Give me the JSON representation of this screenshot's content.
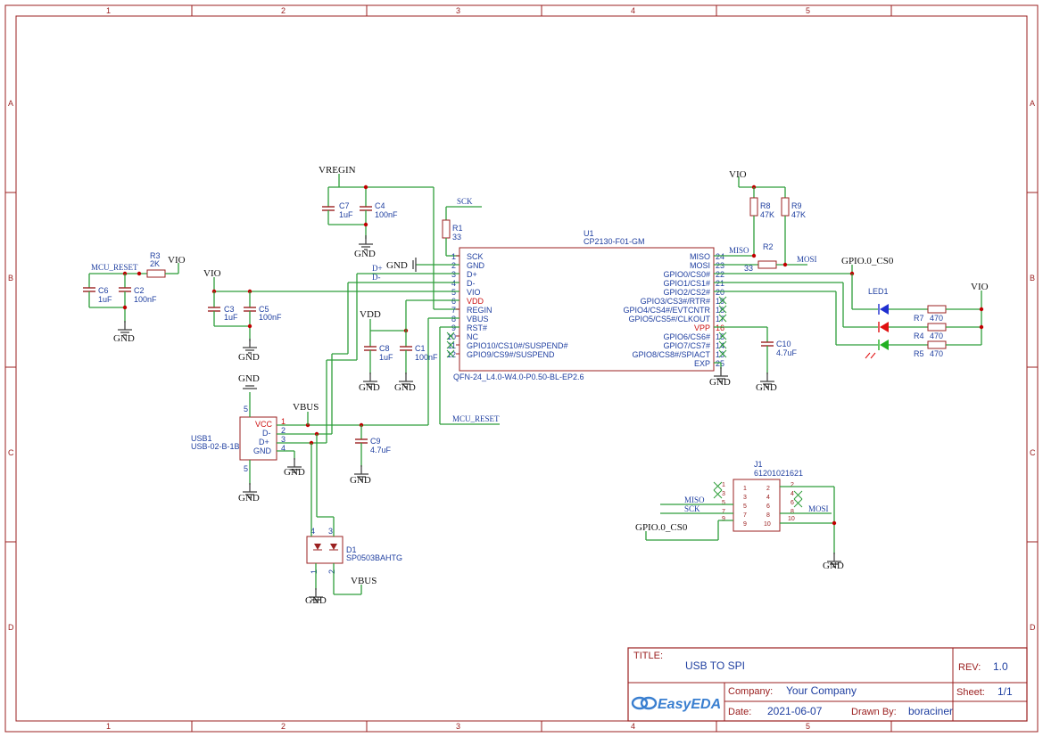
{
  "frame": {
    "cols": [
      "1",
      "2",
      "3",
      "4",
      "5"
    ],
    "rows": [
      "A",
      "B",
      "C",
      "D"
    ]
  },
  "title_block": {
    "title_label": "TITLE:",
    "title": "USB TO SPI",
    "rev_label": "REV:",
    "rev": "1.0",
    "company_label": "Company:",
    "company": "Your Company",
    "sheet_label": "Sheet:",
    "sheet": "1/1",
    "date_label": "Date:",
    "date": "2021-06-07",
    "drawn_label": "Drawn By:",
    "drawn_by": "boraciner",
    "logo": "EasyEDA"
  },
  "power_labels": {
    "vregin": "VREGIN",
    "vio_r3": "VIO",
    "vio_left": "VIO",
    "vio_r8": "VIO",
    "vio_led": "VIO",
    "vdd": "VDD",
    "vbus_top": "VBUS",
    "vbus_bot": "VBUS",
    "gpio_cs0_top": "GPIO.0_CS0",
    "gpio_cs0_j1": "GPIO.0_CS0",
    "gnd": "GND"
  },
  "net_labels": {
    "sck": "SCK",
    "mcu_reset_top": "MCU_RESET",
    "mcu_reset_bot": "MCU_RESET",
    "d_plus": "D+",
    "d_minus": "D-",
    "miso": "MISO",
    "mosi": "MOSI",
    "j1_miso": "MISO",
    "j1_sck": "SCK",
    "j1_mosi": "MOSI"
  },
  "components": {
    "u1": {
      "ref": "U1",
      "value": "CP2130-F01-GM",
      "package": "QFN-24_L4.0-W4.0-P0.50-BL-EP2.6"
    },
    "c7": {
      "ref": "C7",
      "value": "1uF"
    },
    "c4": {
      "ref": "C4",
      "value": "100nF"
    },
    "r1": {
      "ref": "R1",
      "value": "33"
    },
    "r3": {
      "ref": "R3",
      "value": "2K"
    },
    "c6": {
      "ref": "C6",
      "value": "1uF"
    },
    "c2": {
      "ref": "C2",
      "value": "100nF"
    },
    "c3": {
      "ref": "C3",
      "value": "1uF"
    },
    "c5": {
      "ref": "C5",
      "value": "100nF"
    },
    "c8": {
      "ref": "C8",
      "value": "1uF"
    },
    "c1": {
      "ref": "C1",
      "value": "100nF"
    },
    "r8": {
      "ref": "R8",
      "value": "47K"
    },
    "r9": {
      "ref": "R9",
      "value": "47K"
    },
    "r2": {
      "ref": "R2",
      "value": "33"
    },
    "c10": {
      "ref": "C10",
      "value": "4.7uF"
    },
    "led1": {
      "ref": "LED1"
    },
    "r7": {
      "ref": "R7",
      "value": "470"
    },
    "r4": {
      "ref": "R4",
      "value": "470"
    },
    "r5": {
      "ref": "R5",
      "value": "470"
    },
    "usb1": {
      "ref": "USB1",
      "value": "USB-02-B-1B"
    },
    "c9": {
      "ref": "C9",
      "value": "4.7uF"
    },
    "d1": {
      "ref": "D1",
      "value": "SP0503BAHTG"
    },
    "j1": {
      "ref": "J1",
      "value": "61201021621"
    }
  },
  "u1_left_pins": [
    {
      "num": "1",
      "name": "SCK"
    },
    {
      "num": "2",
      "name": "GND"
    },
    {
      "num": "3",
      "name": "D+"
    },
    {
      "num": "4",
      "name": "D-"
    },
    {
      "num": "5",
      "name": "VIO"
    },
    {
      "num": "6",
      "name": "VDD"
    },
    {
      "num": "7",
      "name": "REGIN"
    },
    {
      "num": "8",
      "name": "VBUS"
    },
    {
      "num": "9",
      "name": "RST#"
    },
    {
      "num": "10",
      "name": "NC"
    },
    {
      "num": "11",
      "name": "GPIO10/CS10#/SUSPEND#"
    },
    {
      "num": "12",
      "name": "GPIO9/CS9#/SUSPEND"
    }
  ],
  "u1_right_pins": [
    {
      "num": "24",
      "name": "MISO"
    },
    {
      "num": "23",
      "name": "MOSI"
    },
    {
      "num": "22",
      "name": "GPIO0/CS0#"
    },
    {
      "num": "21",
      "name": "GPIO1/CS1#"
    },
    {
      "num": "20",
      "name": "GPIO2/CS2#"
    },
    {
      "num": "19",
      "name": "GPIO3/CS3#/RTR#"
    },
    {
      "num": "18",
      "name": "GPIO4/CS4#/EVTCNTR"
    },
    {
      "num": "17",
      "name": "GPIO5/CS5#/CLKOUT"
    },
    {
      "num": "16",
      "name": "VPP"
    },
    {
      "num": "15",
      "name": "GPIO6/CS6#"
    },
    {
      "num": "14",
      "name": "GPIO7/CS7#"
    },
    {
      "num": "13",
      "name": "GPIO8/CS8#/SPIACT"
    },
    {
      "num": "25",
      "name": "EXP"
    }
  ],
  "usb1_pins": [
    {
      "num": "1",
      "name": "VCC"
    },
    {
      "num": "2",
      "name": "D-"
    },
    {
      "num": "3",
      "name": "D+"
    },
    {
      "num": "4",
      "name": "GND"
    },
    {
      "num": "5",
      "name": ""
    },
    {
      "num": "5",
      "name": ""
    }
  ],
  "d1_pins": [
    "4",
    "3",
    "1",
    "2"
  ],
  "j1_pins_left": [
    "1",
    "3",
    "5",
    "7",
    "9"
  ],
  "j1_pins_right": [
    "2",
    "4",
    "6",
    "8",
    "10"
  ],
  "colors": {
    "frame": "#9b2020",
    "wire": "#2e9e3a",
    "net_label": "#1f3fa0",
    "junction": "#c00000",
    "led_blue": "#1f2fd0",
    "led_red": "#e01010",
    "led_green": "#22b022"
  }
}
